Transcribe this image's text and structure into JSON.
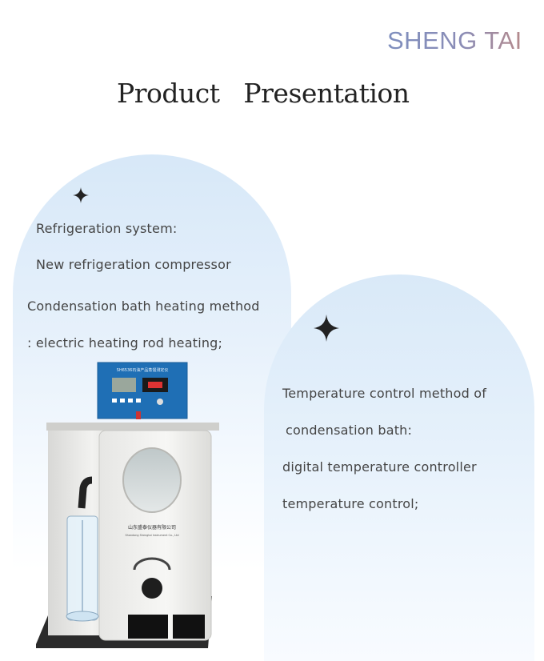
{
  "brand": {
    "name": "SHENG TAI"
  },
  "page": {
    "title": "Product   Presentation"
  },
  "left_card": {
    "line1": "Refrigeration system:",
    "line2": "New refrigeration compressor",
    "line3": "Condensation bath heating method",
    "line4": ": electric heating rod heating;"
  },
  "right_card": {
    "line1": "Temperature control method of",
    "line2": "condensation bath:",
    "line3": "digital temperature controller",
    "line4": "temperature control;"
  },
  "product_image": {
    "panel_label": "SH6536石油产品蒸馏测定仪",
    "company_label": "山东盛泰仪器有限公司",
    "company_label_en": "Shandong Shengtai Instrument Co., Ltd"
  },
  "icons": [
    "sparkle-icon",
    "sparkle-icon"
  ]
}
